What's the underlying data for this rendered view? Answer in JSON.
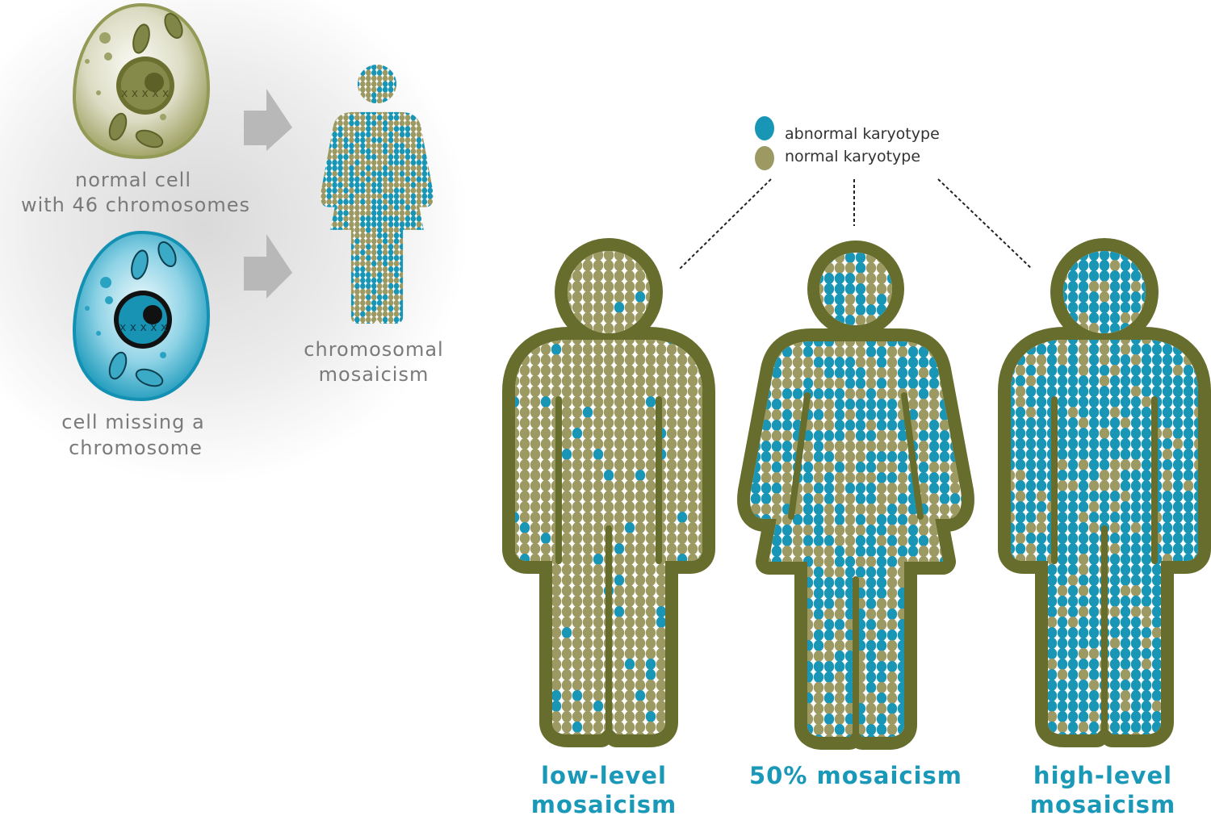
{
  "colors": {
    "abnormal": "#1996b6",
    "normal": "#9c9a62",
    "outline": "#676d2c",
    "arrow": "#b8b8b8",
    "caption": "#1a98b8",
    "label": "#7a7a7a"
  },
  "cells": {
    "normal_label": [
      "normal cell",
      "with 46 chromosomes"
    ],
    "missing_label": [
      "cell missing a",
      "chromosome"
    ]
  },
  "mosaic_label": [
    "chromosomal",
    "mosaicism"
  ],
  "legend": {
    "abnormal": "abnormal karyotype",
    "normal": "normal karyotype"
  },
  "figures": [
    {
      "caption": [
        "low-level",
        "mosaicism"
      ],
      "shape": "male",
      "abnormal_fraction": 0.05
    },
    {
      "caption": [
        "50% mosaicism"
      ],
      "shape": "female",
      "abnormal_fraction": 0.5
    },
    {
      "caption": [
        "high-level",
        "mosaicism"
      ],
      "shape": "male",
      "abnormal_fraction": 0.8
    }
  ],
  "small_figure": {
    "shape": "female",
    "abnormal_fraction": 0.5
  }
}
